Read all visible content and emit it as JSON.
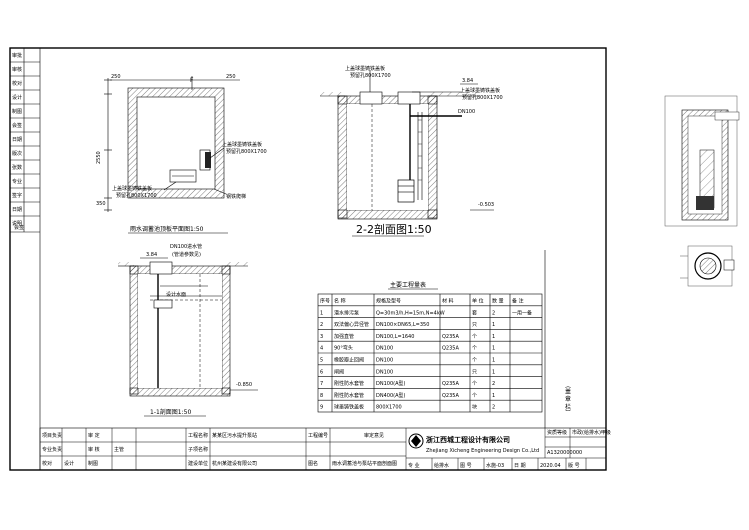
{
  "left_strip": {
    "cells": [
      "审批",
      "审核",
      "校对",
      "设计",
      "制图",
      "会签",
      "日期",
      "版次",
      "张数",
      "专业",
      "签字",
      "日期",
      "说明"
    ],
    "label": "会签"
  },
  "plan_view": {
    "title": "雨水调蓄池顶板平面图1:50",
    "marker": "F",
    "dim_left_top": "250",
    "dim_right": "250",
    "dim_left_mid": "2550",
    "dim_left_bot": "350",
    "note_cover_1": "上盖球墨铸铁盖板",
    "note_hole_1": "预留孔800X1700",
    "note_cover_2": "上盖球墨铸铁盖板",
    "note_hole_2": "预留孔800X1700",
    "note_ladder": "钢铁爬梯"
  },
  "section_22": {
    "title": "2-2剖面图1:50",
    "note_cover_1": "上盖球墨铸铁盖板",
    "note_hole_1": "预留孔800X1700",
    "note_cover_2": "上盖球墨铸铁盖板",
    "note_hole_2": "预留孔800X1700",
    "elev_top": "3.84",
    "elev_bottom": "-0.503",
    "pipe_label": "DN100"
  },
  "section_11": {
    "title": "1-1剖面图1:50",
    "pipe_note_1": "DN100进水管",
    "pipe_note_2": "(管道参数见)",
    "elev_top": "3.84",
    "water_level": "设计水面",
    "elev_bottom": "-0.850"
  },
  "materials_table": {
    "title": "主要工程量表",
    "headers": [
      "序号",
      "名 称",
      "规格及型号",
      "材 料",
      "单 位",
      "数 量",
      "备 注"
    ],
    "rows": [
      [
        "1",
        "潜水排污泵",
        "Q=30m3/h,H=15m,N=4kW",
        "",
        "套",
        "2",
        "一用一备"
      ],
      [
        "2",
        "双法偏心异径管",
        "DN100×DN65,L=350",
        "",
        "只",
        "1",
        ""
      ],
      [
        "3",
        "加强直管",
        "DN100,L=1640",
        "Q235A",
        "个",
        "1",
        ""
      ],
      [
        "4",
        "90°弯头",
        "DN100",
        "Q235A",
        "个",
        "1",
        ""
      ],
      [
        "5",
        "橡胶瓣止回阀",
        "DN100",
        "",
        "个",
        "1",
        ""
      ],
      [
        "6",
        "闸阀",
        "DN100",
        "",
        "只",
        "1",
        ""
      ],
      [
        "7",
        "刚性防水套管",
        "DN100(A型)",
        "Q235A",
        "个",
        "2",
        ""
      ],
      [
        "8",
        "刚性防水套管",
        "DN400(A型)",
        "Q235A",
        "个",
        "1",
        ""
      ],
      [
        "9",
        "球墨铸铁盖板",
        "800X1700",
        "",
        "块",
        "2",
        ""
      ]
    ]
  },
  "stamp_column": {
    "label": "（盖 章 栏）"
  },
  "title_block": {
    "row1": [
      "项目负责",
      "审 定",
      "工程名称",
      "某某区污水提升泵站",
      "工程编号",
      "",
      "审定意见"
    ],
    "row2": [
      "专业负责",
      "审 核",
      "主管",
      "子项名称",
      "",
      "",
      ""
    ],
    "row3": [
      "校对",
      "设计",
      "制图",
      "建设单位",
      "杭州某建设有限公司",
      "图名",
      "雨水调蓄池与泵站平面剖面图"
    ],
    "company_cn": "浙江西城工程设计有限公司",
    "company_en": "Zhejiang Xicheng Engineering Design Co.,Ltd",
    "cert": "资质等级",
    "cert_value": "市政(给排水)甲级",
    "drawing_no": "A1320000000",
    "bottom_cells": [
      "专 业",
      "给排水",
      "图 号",
      "水施-03",
      "日 期",
      "2020.04",
      "版 号",
      ""
    ]
  }
}
